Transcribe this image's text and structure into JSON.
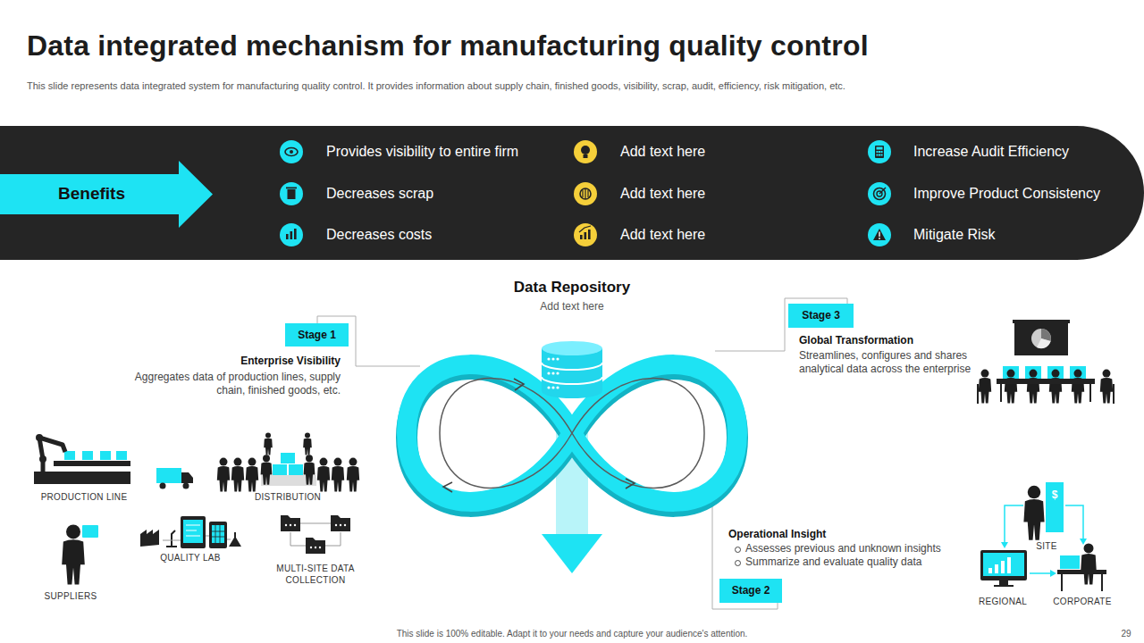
{
  "diagram": {
    "title": "Data integrated mechanism for manufacturing quality control",
    "nodes": [
      {
        "text": [
          "Provides visibility to entire firm",
          "Decreases scrap",
          "Decreases costs",
          "Add text here",
          "Add text here",
          "Add text here",
          "Increase Audit Efficiency",
          "Improve Product Consistency",
          "Mitigate Risk"
        ]
      },
      {
        "text": [
          "Benefits"
        ],
        "in": 0
      },
      {
        "text": [
          "Stage 1",
          "Enterprise Visibility",
          "Aggregates data of production lines, supply chain, finished goods, etc."
        ]
      },
      {
        "text": [
          "Data Repository",
          "Add text here"
        ]
      },
      {
        "text": [
          "Stage 3",
          "Global Transformation",
          "Streamlines, configures and shares analytical data across the enterprise"
        ]
      },
      {
        "text": [
          "Operational Insight",
          "Assesses previous and unknown insights",
          "Summarize and evaluate quality data",
          "Stage 2"
        ]
      }
    ],
    "labels": [
      "This slide represents data integrated system for manufacturing quality control. It provides information about supply chain, finished goods, visibility, scrap, audit, efficiency, risk mitigation, etc.",
      "PRODUCTION LINE",
      "DISTRIBUTION",
      "SUPPLIERS",
      "QUALITY LAB",
      "MULTI-SITE DATA COLLECTION",
      "$",
      "SITE",
      "REGIONAL",
      "CORPORATE",
      "This slide is 100% editable. Adapt it to your needs and capture your audience's attention.",
      "29"
    ]
  }
}
